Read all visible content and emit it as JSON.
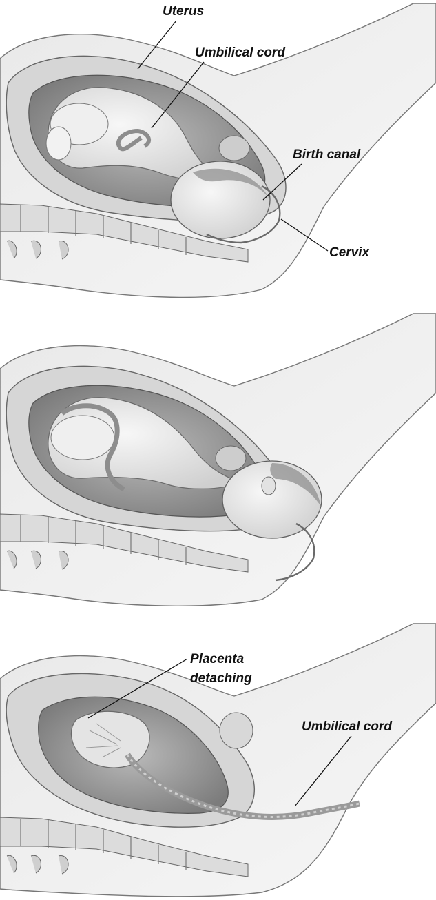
{
  "labels": {
    "uterus": "Uterus",
    "umbilical_cord_top": "Umbilical cord",
    "birth_canal": "Birth canal",
    "cervix": "Cervix",
    "placenta_line1": "Placenta",
    "placenta_line2": "detaching",
    "umbilical_cord_bottom": "Umbilical cord"
  },
  "colors": {
    "skin": "#e6e6e6",
    "uterus_wall": "#d4d4d4",
    "cavity": "#9c9c9c",
    "baby": "#ececec",
    "outline": "#555555"
  }
}
